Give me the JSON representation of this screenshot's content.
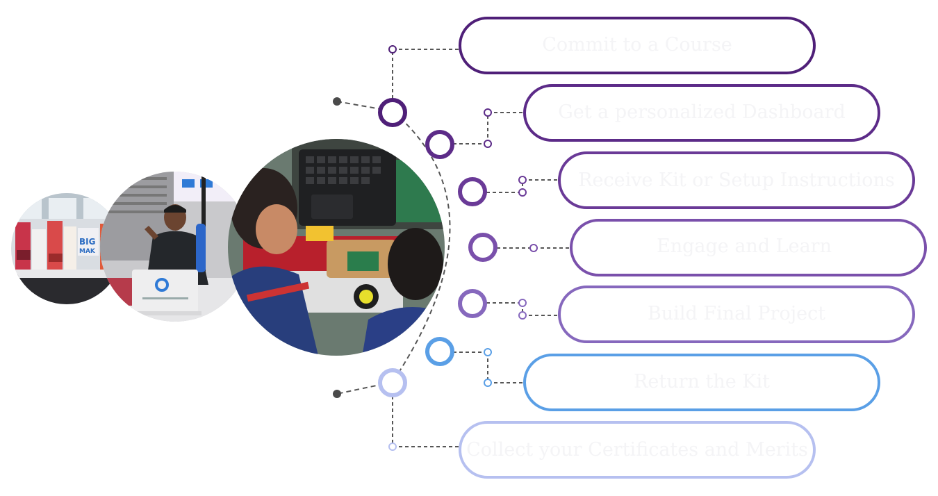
{
  "steps": [
    {
      "label": "Commit to a Course",
      "color": "#4f1f78"
    },
    {
      "label": "Get a personalized Dashboard",
      "color": "#5c2b88"
    },
    {
      "label": "Receive Kit or Setup Instructions",
      "color": "#6a3a97"
    },
    {
      "label": "Engage and Learn",
      "color": "#7a50ab"
    },
    {
      "label": "Build Final Project",
      "color": "#8668bd"
    },
    {
      "label": "Return the Kit",
      "color": "#5a9fe6"
    },
    {
      "label": "Collect your Certificates and Merits",
      "color": "#b6c0f0"
    }
  ],
  "connector_color": "#555555",
  "photos": [
    {
      "name": "maker-kits-photo",
      "theme": "product display shelves"
    },
    {
      "name": "presenter-photo",
      "theme": "instructor with laptop"
    },
    {
      "name": "robotics-photo",
      "theme": "students building robot car"
    }
  ]
}
